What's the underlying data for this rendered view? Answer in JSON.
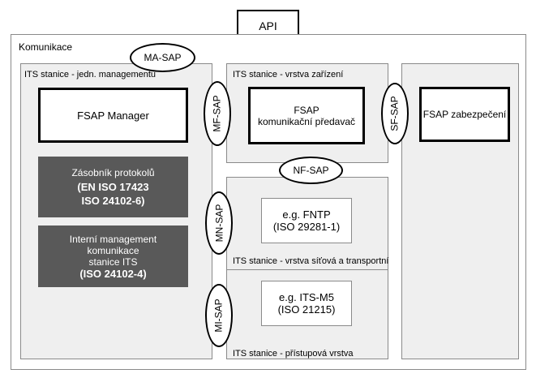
{
  "api_label": "API",
  "communication_label": "Komunikace",
  "sap": {
    "ma": "MA-SAP",
    "mf": "MF-SAP",
    "sf": "SF-SAP",
    "nf": "NF-SAP",
    "mn": "MN-SAP",
    "mi": "MI-SAP"
  },
  "management_layer": {
    "title": "ITS stanice - jedn. managementu",
    "fsap_manager": "FSAP Manager",
    "protocol_stack": {
      "line1": "Zásobník protokolů",
      "line2": "(EN ISO 17423",
      "line3": "ISO 24102-6)"
    },
    "internal_mgmt": {
      "line1": "Interní management",
      "line2": "komunikace",
      "line3": "stanice ITS",
      "line4": "(ISO 24102-4)"
    }
  },
  "facilities_layer": {
    "title": "ITS stanice - vrstva zařízení",
    "forwarder": "FSAP\nkomunikační předavač"
  },
  "security": {
    "label": "FSAP zabezpečení"
  },
  "network_layer": {
    "title": "ITS stanice - vrstva síťová a transportní",
    "example": "e.g. FNTP\n(ISO 29281-1)"
  },
  "access_layer": {
    "title": "ITS stanice - přístupová vrstva",
    "example": "e.g. ITS-M5\n(ISO 21215)"
  }
}
